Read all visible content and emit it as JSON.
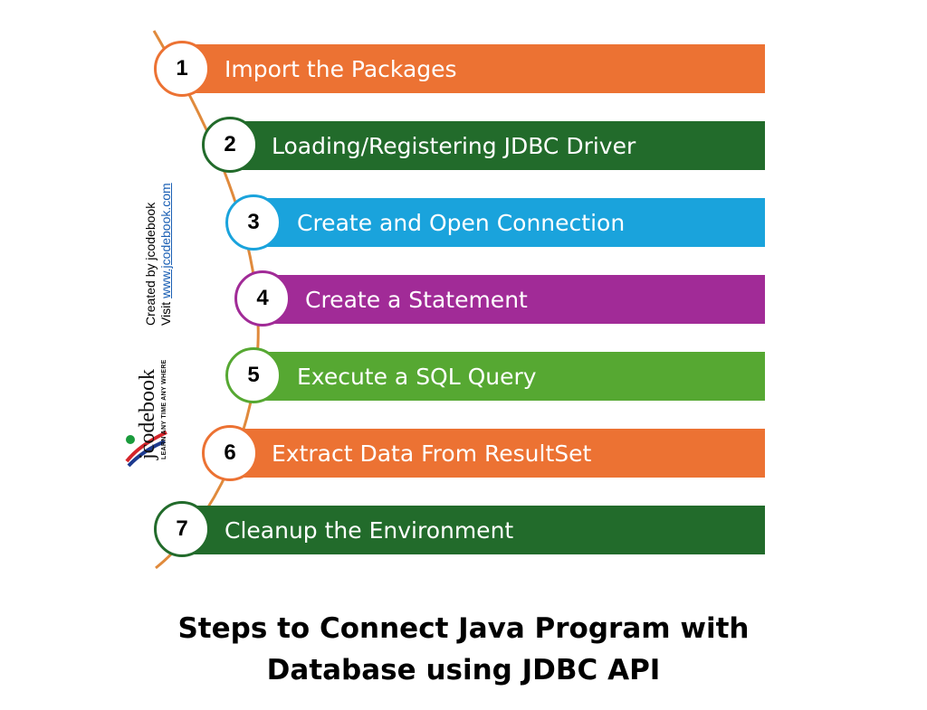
{
  "steps": [
    {
      "number": "1",
      "label": "Import the Packages",
      "color": "#ec7233"
    },
    {
      "number": "2",
      "label": "Loading/Registering JDBC Driver",
      "color": "#226b2b"
    },
    {
      "number": "3",
      "label": "Create and Open Connection",
      "color": "#1aa3dc"
    },
    {
      "number": "4",
      "label": "Create a Statement",
      "color": "#a12b97"
    },
    {
      "number": "5",
      "label": "Execute a SQL Query",
      "color": "#56a832"
    },
    {
      "number": "6",
      "label": "Extract Data From ResultSet",
      "color": "#ec7233"
    },
    {
      "number": "7",
      "label": "Cleanup the Environment",
      "color": "#226b2b"
    }
  ],
  "credit": {
    "created_by": "Created by jcodebook",
    "visit_prefix": "Visit ",
    "visit_link": "www.jcodebook.com"
  },
  "logo": {
    "brand": "jcodebook",
    "tagline": "LEARN ANY TIME ANY WHERE"
  },
  "caption": {
    "line1": "Steps to Connect Java Program with",
    "line2": "Database using JDBC API"
  },
  "spine_color": "#e08a3c"
}
